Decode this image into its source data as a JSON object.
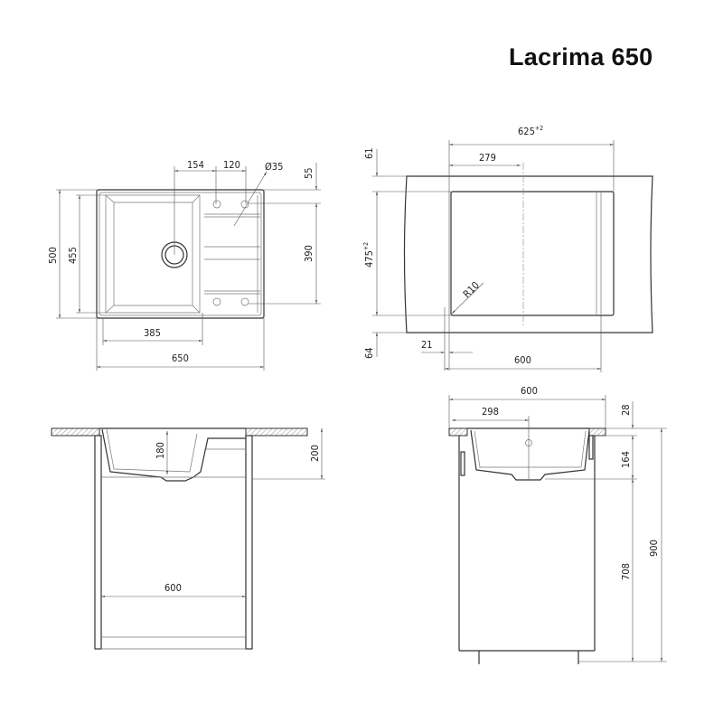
{
  "title": "Lacrima 650",
  "top_view": {
    "dims": {
      "d154": "154",
      "d120": "120",
      "d35": "Ø35",
      "d55": "55",
      "d390": "390",
      "d500": "500",
      "d455": "455",
      "d385": "385",
      "d650": "650"
    }
  },
  "cutout_view": {
    "dims": {
      "d625": "625",
      "d625_tol": "+2",
      "d279": "279",
      "d61": "61",
      "d475": "475",
      "d475_tol": "+2",
      "d64": "64",
      "d21": "21",
      "d600": "600",
      "r10": "R10"
    }
  },
  "front_view": {
    "dims": {
      "d180": "180",
      "d200": "200",
      "d600": "600"
    }
  },
  "side_view": {
    "dims": {
      "d600": "600",
      "d298": "298",
      "d28": "28",
      "d164": "164",
      "d708": "708",
      "d900": "900"
    }
  }
}
